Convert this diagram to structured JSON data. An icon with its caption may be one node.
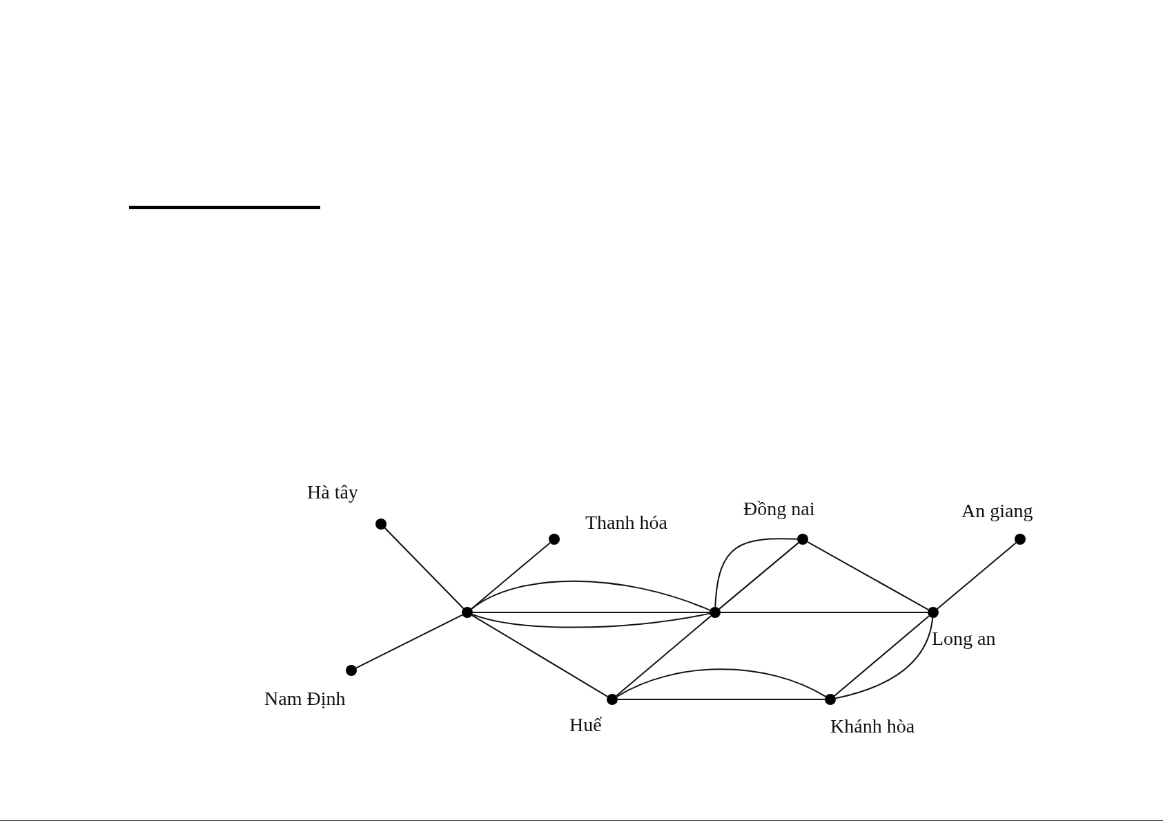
{
  "diagram": {
    "nodes": [
      {
        "text": [],
        "shape": "circle",
        "beside": [
          "Hà tây"
        ]
      },
      {
        "text": [],
        "shape": "circle",
        "beside": [
          "Thanh hóa"
        ]
      },
      {
        "text": [],
        "shape": "circle",
        "beside": [
          "Đồng nai"
        ]
      },
      {
        "text": [],
        "shape": "circle",
        "beside": [
          "An giang"
        ]
      },
      {
        "text": [],
        "shape": "circle"
      },
      {
        "text": [],
        "shape": "circle"
      },
      {
        "text": [],
        "shape": "circle",
        "beside": [
          "Long an"
        ]
      },
      {
        "text": [],
        "shape": "circle",
        "beside": [
          "Nam Định"
        ]
      },
      {
        "text": [],
        "shape": "circle",
        "beside": [
          "Huế"
        ]
      },
      {
        "text": [],
        "shape": "circle",
        "beside": [
          "Khánh hòa"
        ]
      }
    ],
    "edges": [
      {
        "from": 0,
        "to": 4,
        "arrow": "none"
      },
      {
        "from": 1,
        "to": 4,
        "arrow": "none"
      },
      {
        "from": 7,
        "to": 4,
        "arrow": "none"
      },
      {
        "from": 4,
        "to": 5,
        "arrow": "none"
      },
      {
        "from": 4,
        "to": 5,
        "arrow": "none"
      },
      {
        "from": 4,
        "to": 5,
        "arrow": "none"
      },
      {
        "from": 4,
        "to": 8,
        "arrow": "none"
      },
      {
        "from": 5,
        "to": 2,
        "arrow": "none"
      },
      {
        "from": 5,
        "to": 2,
        "arrow": "none"
      },
      {
        "from": 5,
        "to": 8,
        "arrow": "none"
      },
      {
        "from": 5,
        "to": 6,
        "arrow": "none"
      },
      {
        "from": 2,
        "to": 6,
        "arrow": "none"
      },
      {
        "from": 3,
        "to": 6,
        "arrow": "none"
      },
      {
        "from": 8,
        "to": 9,
        "arrow": "none"
      },
      {
        "from": 8,
        "to": 9,
        "arrow": "none"
      },
      {
        "from": 9,
        "to": 6,
        "arrow": "none"
      },
      {
        "from": 9,
        "to": 6,
        "arrow": "none"
      }
    ]
  }
}
